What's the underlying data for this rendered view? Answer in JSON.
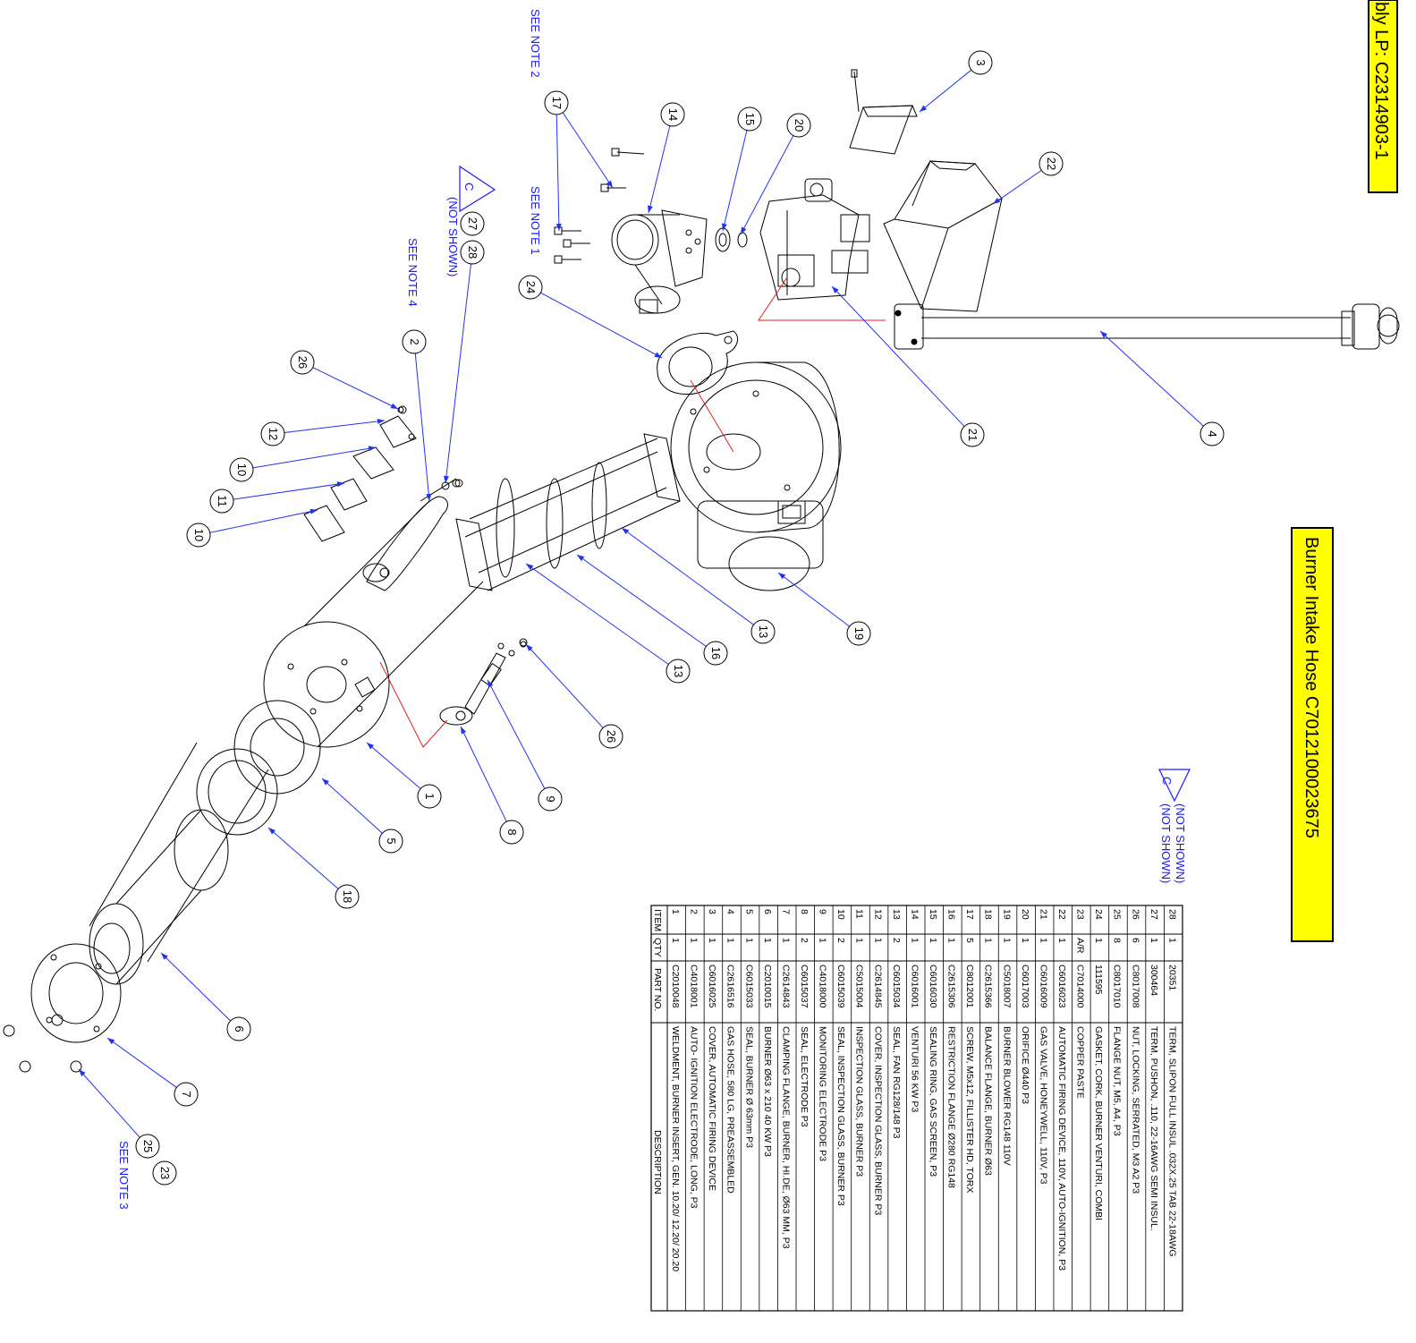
{
  "title_boxes": {
    "assembly": "bly LP:  C2314903-1",
    "hose": "Burner Intake Hose  C7012100023675"
  },
  "notes": {
    "note1": "SEE NOTE 1",
    "note2": "SEE NOTE 2",
    "note3": "SEE NOTE 3",
    "note4": "SEE NOTE 4",
    "rev_letter": "C",
    "not_shown": "(NOT SHOWN)"
  },
  "balloons": [
    "1",
    "2",
    "3",
    "4",
    "5",
    "6",
    "7",
    "8",
    "9",
    "10",
    "10",
    "11",
    "12",
    "13",
    "13",
    "14",
    "15",
    "16",
    "17",
    "18",
    "19",
    "20",
    "21",
    "22",
    "23",
    "24",
    "25",
    "26",
    "26",
    "27",
    "28"
  ],
  "bom": {
    "headers": {
      "item": "ITEM",
      "qty": "QTY",
      "part": "PART NO.",
      "desc": "DESCRIPTION"
    },
    "rows": [
      {
        "item": "28",
        "qty": "1",
        "part": "20351",
        "desc": "TERM, SLIPON FULL INSUL .032X.25 TAB 22-18AWG"
      },
      {
        "item": "27",
        "qty": "1",
        "part": "300464",
        "desc": "TERM, PUSHON, .110, 22-16AWG SEMI INSUL."
      },
      {
        "item": "26",
        "qty": "6",
        "part": "C8017008",
        "desc": "NUT, LOCKING, SERRATED, M3 A2 P3"
      },
      {
        "item": "25",
        "qty": "8",
        "part": "C8017010",
        "desc": "FLANGE NUT, M5, A4, P3"
      },
      {
        "item": "24",
        "qty": "1",
        "part": "111595",
        "desc": "GASKET, CORK, BURNER VENTURI, COMBI"
      },
      {
        "item": "23",
        "qty": "A/R",
        "part": "C7014000",
        "desc": "COPPER PASTE"
      },
      {
        "item": "22",
        "qty": "1",
        "part": "C6016023",
        "desc": "AUTOMATIC FIRING DEVICE, 110V, AUTO-IGNITION, P3"
      },
      {
        "item": "21",
        "qty": "1",
        "part": "C6016009",
        "desc": "GAS VALVE, HONEYWELL, 110V, P3"
      },
      {
        "item": "20",
        "qty": "1",
        "part": "C6017003",
        "desc": "ORIFICE  Ø440 P3"
      },
      {
        "item": "19",
        "qty": "1",
        "part": "C5018007",
        "desc": "BURNER BLOWER RG148 110V"
      },
      {
        "item": "18",
        "qty": "1",
        "part": "C2615366",
        "desc": "BALANCE FLANGE, BURNER Ø63"
      },
      {
        "item": "17",
        "qty": "5",
        "part": "C8012001",
        "desc": "SCREW, M5x12, FILLISTER HD, TORX"
      },
      {
        "item": "16",
        "qty": "1",
        "part": "C2615306",
        "desc": "RESTRICTION FLANGE Ø280 RG148"
      },
      {
        "item": "15",
        "qty": "1",
        "part": "C6016030",
        "desc": "SEALING RING, GAS SCREEN, P3"
      },
      {
        "item": "14",
        "qty": "1",
        "part": "C6016001",
        "desc": "VENTURI 56 KW P3"
      },
      {
        "item": "13",
        "qty": "2",
        "part": "C6015034",
        "desc": "SEAL, FAN RG128/148 P3"
      },
      {
        "item": "12",
        "qty": "1",
        "part": "C2614845",
        "desc": "COVER, INSPECTION GLASS, BURNER P3"
      },
      {
        "item": "11",
        "qty": "1",
        "part": "C5015004",
        "desc": "INSPECTION GLASS, BURNER P3"
      },
      {
        "item": "10",
        "qty": "2",
        "part": "C6015039",
        "desc": "SEAL, INSPECTION GLASS, BURNER P3"
      },
      {
        "item": "9",
        "qty": "1",
        "part": "C4018000",
        "desc": "MONITORING ELECTRODE P3"
      },
      {
        "item": "8",
        "qty": "2",
        "part": "C6015037",
        "desc": "SEAL, ELECTRODE P3"
      },
      {
        "item": "7",
        "qty": "1",
        "part": "C2614843",
        "desc": "CLAMPING FLANGE, BURNER, HI.DE, Ø63 MM, P3"
      },
      {
        "item": "6",
        "qty": "1",
        "part": "C2010015",
        "desc": "BURNER Ø63 x 210 40 KW P3"
      },
      {
        "item": "5",
        "qty": "1",
        "part": "C6015033",
        "desc": "SEAL, BURNER Ø 63mm P3"
      },
      {
        "item": "4",
        "qty": "1",
        "part": "C2616516",
        "desc": "GAS HOSE, 580 LG, PREASSEMBLED"
      },
      {
        "item": "3",
        "qty": "1",
        "part": "C6016025",
        "desc": "COVER, AUTOMATIC FIRING DEVICE"
      },
      {
        "item": "2",
        "qty": "1",
        "part": "C4018001",
        "desc": "AUTO- IGNITION ELECTRODE, LONG, P3"
      },
      {
        "item": "1",
        "qty": "1",
        "part": "C2010048",
        "desc": "WELDMENT, BURNER INSERT, GEN. 10.20/ 12.20/ 20.20"
      }
    ]
  },
  "colors": {
    "leader": "#2233ee",
    "note": "#1a1aff",
    "highlight": "#ffff00",
    "red": "#e02020",
    "line": "#000000"
  }
}
